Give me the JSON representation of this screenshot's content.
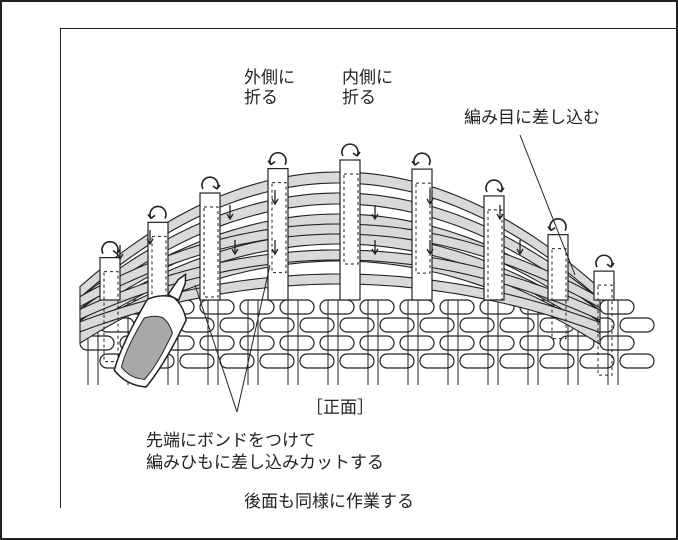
{
  "labels": {
    "outer_fold": "外側に\n折る",
    "inner_fold": "内側に\n折る",
    "insert": "編み目に差し込む",
    "view": "［正面］",
    "glue": "先端にボンドをつけて\n編みひもに差し込みカットする",
    "back_note": "後面も同様に作業する"
  },
  "colors": {
    "line": "#222222",
    "strip_fill": "#d9d9d9",
    "paper": "#ffffff",
    "bottle_fill": "#a8a8a8"
  },
  "icons": [
    "fold-arrow-icon",
    "glue-bottle-icon"
  ]
}
